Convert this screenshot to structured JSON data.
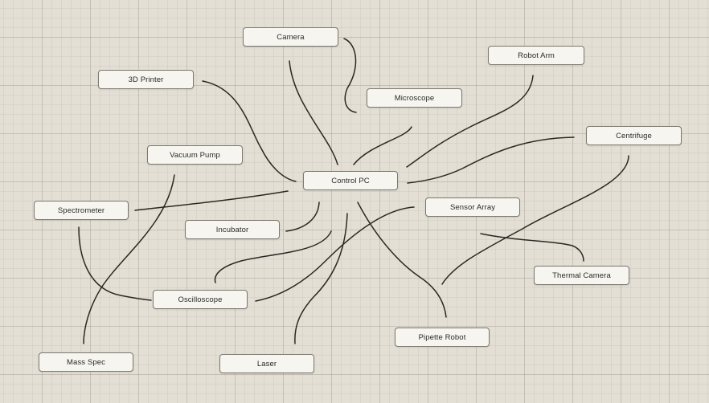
{
  "nodes": {
    "camera": "Camera",
    "robot_arm": "Robot Arm",
    "printer_3d": "3D Printer",
    "microscope": "Microscope",
    "centrifuge": "Centrifuge",
    "vacuum_pump": "Vacuum Pump",
    "control_pc": "Control PC",
    "spectrometer": "Spectrometer",
    "sensor_array": "Sensor Array",
    "incubator": "Incubator",
    "thermal_camera": "Thermal Camera",
    "oscilloscope": "Oscilloscope",
    "pipette_robot": "Pipette Robot",
    "mass_spec": "Mass Spec",
    "laser": "Laser"
  }
}
